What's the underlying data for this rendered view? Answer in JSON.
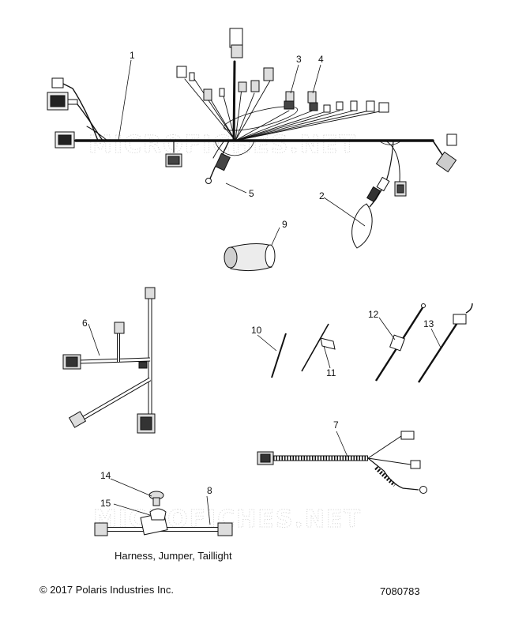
{
  "watermark": "MICROFICHES.NET",
  "callouts": [
    "1",
    "2",
    "3",
    "4",
    "5",
    "6",
    "7",
    "8",
    "9",
    "10",
    "11",
    "12",
    "13",
    "14",
    "15"
  ],
  "caption": "Harness, Jumper, Taillight",
  "copyright": "© 2017 Polaris Industries Inc.",
  "document_number": "7080783"
}
